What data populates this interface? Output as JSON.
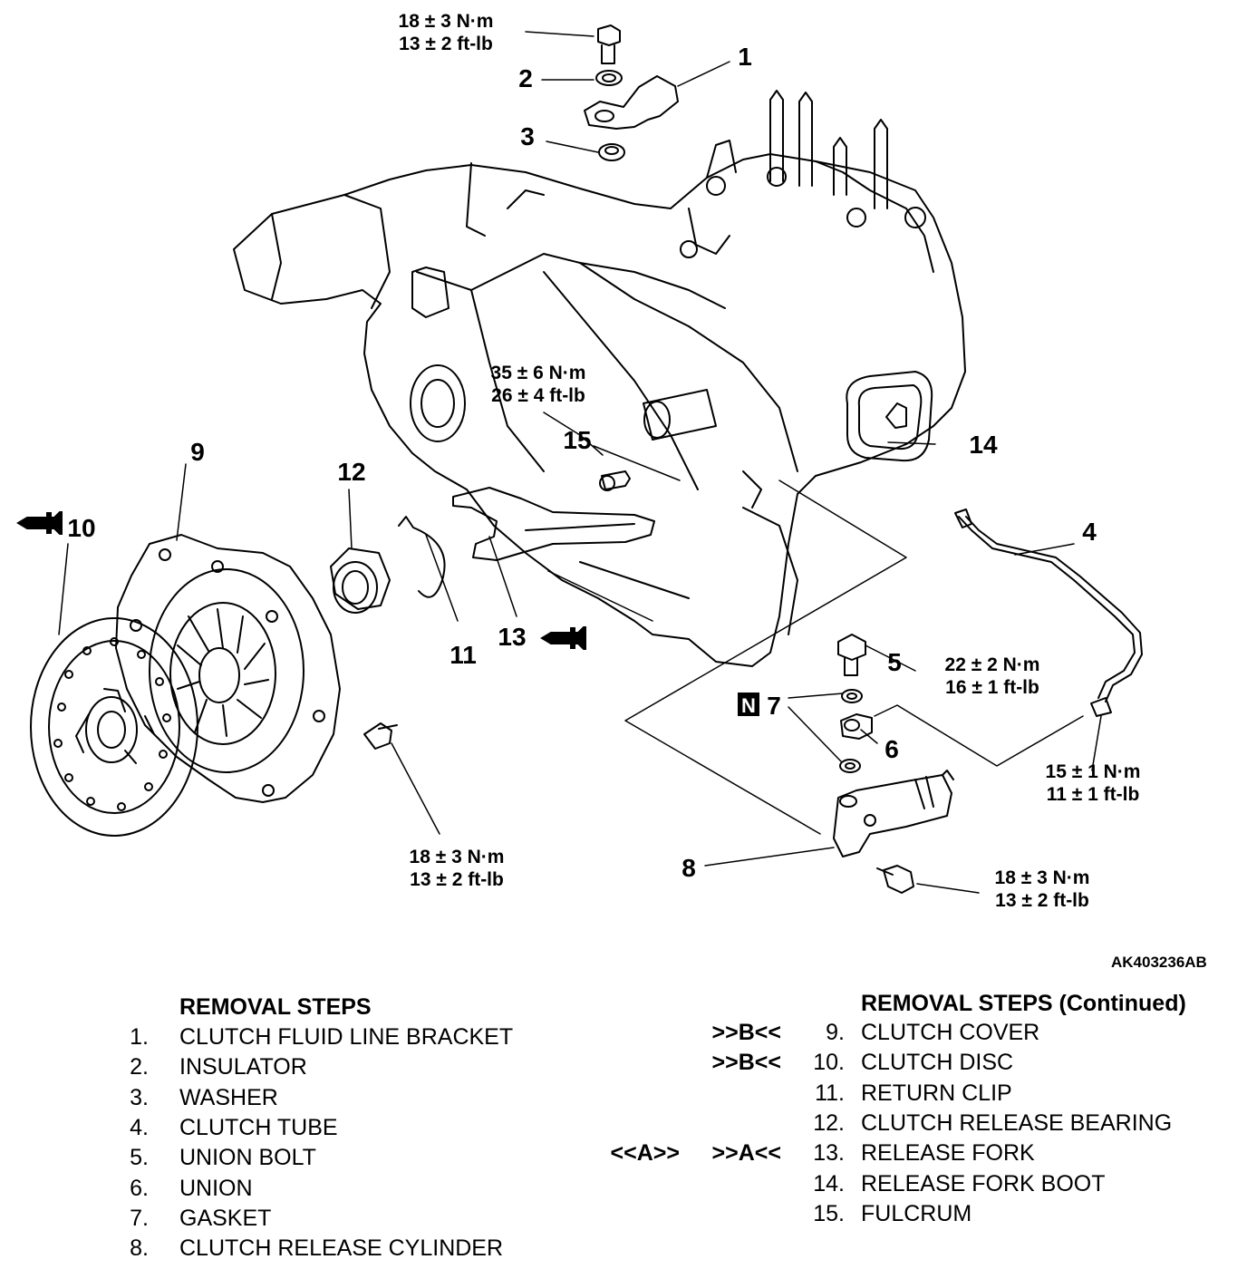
{
  "figure_id": "AK403236AB",
  "callouts": [
    "1",
    "2",
    "3",
    "4",
    "5",
    "6",
    "7",
    "8",
    "9",
    "10",
    "11",
    "12",
    "13",
    "14",
    "15"
  ],
  "new_part_symbol": "N",
  "torque_specs": {
    "bracket_bolt": [
      "18 ± 3 N·m",
      "13 ± 2 ft-lb"
    ],
    "fulcrum": [
      "35 ± 6 N·m",
      "26 ± 4 ft-lb"
    ],
    "union_bolt": [
      "22 ± 2 N·m",
      "16 ± 1 ft-lb"
    ],
    "tube_nut": [
      "15 ± 1 N·m",
      "11 ± 1 ft-lb"
    ],
    "clutch_cover_bolt": [
      "18 ± 3 N·m",
      "13 ± 2 ft-lb"
    ],
    "cylinder_bolt": [
      "18 ± 3 N·m",
      "13 ± 2 ft-lb"
    ]
  },
  "removal_steps": {
    "title": "REMOVAL STEPS",
    "items": [
      {
        "num": "1.",
        "label": "CLUTCH FLUID LINE BRACKET"
      },
      {
        "num": "2.",
        "label": "INSULATOR"
      },
      {
        "num": "3.",
        "label": "WASHER"
      },
      {
        "num": "4.",
        "label": "CLUTCH TUBE"
      },
      {
        "num": "5.",
        "label": "UNION BOLT"
      },
      {
        "num": "6.",
        "label": "UNION"
      },
      {
        "num": "7.",
        "label": "GASKET"
      },
      {
        "num": "8.",
        "label": "CLUTCH RELEASE CYLINDER"
      }
    ]
  },
  "removal_steps_continued": {
    "title": "REMOVAL STEPS (Continued)",
    "items": [
      {
        "mark_a": "",
        "mark_b": ">>B<<",
        "num": "9.",
        "label": "CLUTCH COVER"
      },
      {
        "mark_a": "",
        "mark_b": ">>B<<",
        "num": "10.",
        "label": "CLUTCH DISC"
      },
      {
        "mark_a": "",
        "mark_b": "",
        "num": "11.",
        "label": "RETURN CLIP"
      },
      {
        "mark_a": "",
        "mark_b": "",
        "num": "12.",
        "label": "CLUTCH RELEASE BEARING"
      },
      {
        "mark_a": "<<A>>",
        "mark_b": ">>A<<",
        "num": "13.",
        "label": "RELEASE FORK"
      },
      {
        "mark_a": "",
        "mark_b": "",
        "num": "14.",
        "label": "RELEASE FORK BOOT"
      },
      {
        "mark_a": "",
        "mark_b": "",
        "num": "15.",
        "label": "FULCRUM"
      }
    ]
  }
}
